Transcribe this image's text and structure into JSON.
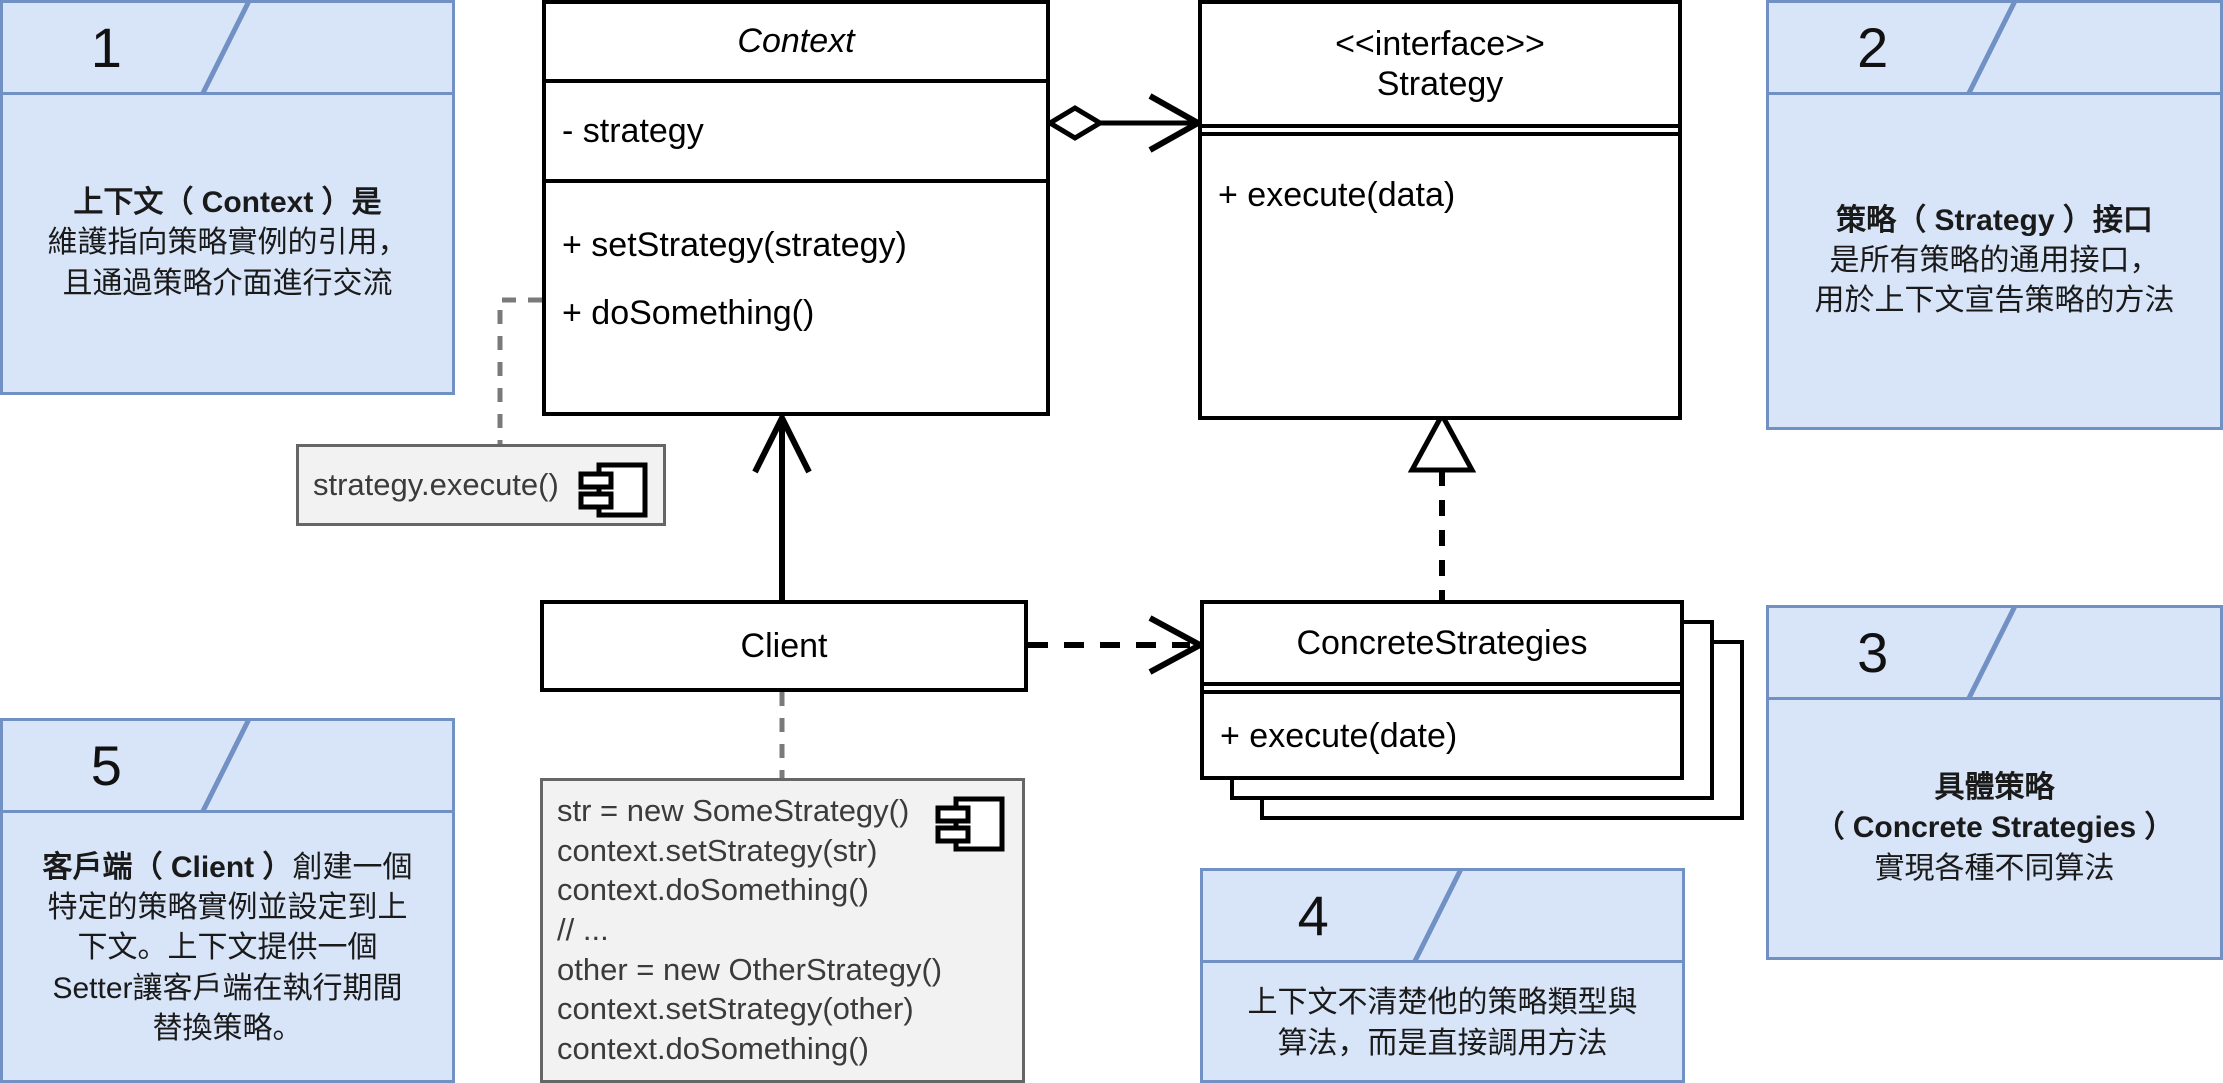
{
  "diagram": {
    "title": "Strategy Pattern UML Class Diagram",
    "colors": {
      "note_fill": "#d8e4f7",
      "note_border": "#7190c4",
      "class_border": "#000000",
      "class_fill": "#ffffff",
      "code_note_fill": "#f2f2f2",
      "code_note_border": "#666666",
      "text": "#000000"
    }
  },
  "classes": {
    "context": {
      "name": "Context",
      "attributes": [
        "- strategy"
      ],
      "operations": [
        "+ setStrategy(strategy)",
        "+ doSomething()"
      ]
    },
    "strategy": {
      "stereotype": "<<interface>>",
      "name": "Strategy",
      "operations": [
        "+ execute(data)"
      ]
    },
    "client": {
      "name": "Client"
    },
    "concrete_strategies": {
      "name": "ConcreteStrategies",
      "operations": [
        "+ execute(date)"
      ]
    }
  },
  "code_notes": {
    "context_note": {
      "icon": "component-icon",
      "lines": "strategy.execute()"
    },
    "client_note": {
      "icon": "component-icon",
      "lines": "str = new SomeStrategy()\ncontext.setStrategy(str)\ncontext.doSomething()\n// ...\nother = new OtherStrategy()\ncontext.setStrategy(other)\ncontext.doSomething()"
    }
  },
  "notes": [
    {
      "number": "1",
      "html": "<b>上下文（ Context ）是</b><br>維護指向策略實例的引用，<br>且通過策略介面進行交流"
    },
    {
      "number": "2",
      "html": "<b>策略（ Strategy ）接口</b><br>是所有策略的通用接口，<br>用於上下文宣告策略的方法"
    },
    {
      "number": "3",
      "html": "<b>具體策略<br>（ Concrete Strategies ）</b><br>實現各種不同算法"
    },
    {
      "number": "4",
      "html": "上下文不清楚他的策略類型與<br>算法，而是直接調用方法"
    },
    {
      "number": "5",
      "html": "<b>客戶端（ Client ）</b>創建一個<br>特定的策略實例並設定到上<br>下文。上下文提供一個<br>Setter讓客戶端在執行期間<br>替換策略。"
    }
  ],
  "connectors": [
    {
      "name": "context-to-strategy-aggregation",
      "type": "aggregation",
      "from": "Context",
      "to": "Strategy"
    },
    {
      "name": "concrete-to-strategy-realization",
      "type": "realization",
      "from": "ConcreteStrategies",
      "to": "Strategy"
    },
    {
      "name": "client-to-context-generalization",
      "type": "association",
      "from": "Client",
      "to": "Context"
    },
    {
      "name": "client-to-concrete-dependency",
      "type": "dependency",
      "from": "Client",
      "to": "ConcreteStrategies"
    },
    {
      "name": "context-note-link",
      "type": "note-link",
      "from": "Context",
      "to": "strategy.execute()"
    },
    {
      "name": "client-note-link",
      "type": "note-link",
      "from": "Client",
      "to": "client code note"
    }
  ]
}
